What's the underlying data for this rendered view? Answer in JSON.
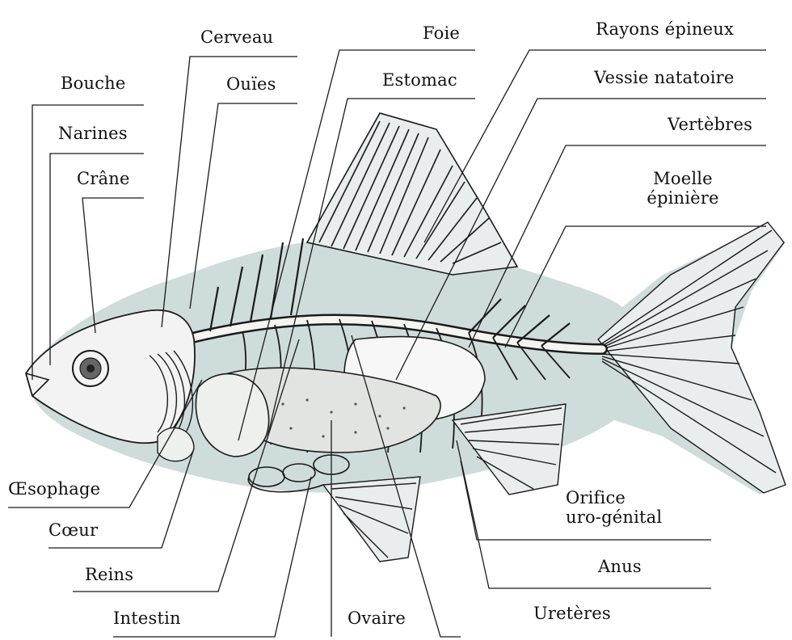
{
  "labels": {
    "bouche": "Bouche",
    "narines": "Narines",
    "crane": "Crâne",
    "cerveau": "Cerveau",
    "ouies": "Ouïes",
    "foie": "Foie",
    "estomac": "Estomac",
    "rayons_epineux": "Rayons épineux",
    "vessie_natatoire": "Vessie natatoire",
    "vertebres": "Vertèbres",
    "moelle_epiniere_1": "Moelle",
    "moelle_epiniere_2": "épinière",
    "oesophage": "Œsophage",
    "coeur": "Cœur",
    "reins": "Reins",
    "intestin": "Intestin",
    "ovaire": "Ovaire",
    "ureteres": "Uretères",
    "orifice_1": "Orifice",
    "orifice_2": "uro-génital",
    "anus": "Anus"
  },
  "colors": {
    "body_fill": "#cfdcdc",
    "line": "#1a1a1a",
    "bone": "#f4f4f0"
  }
}
